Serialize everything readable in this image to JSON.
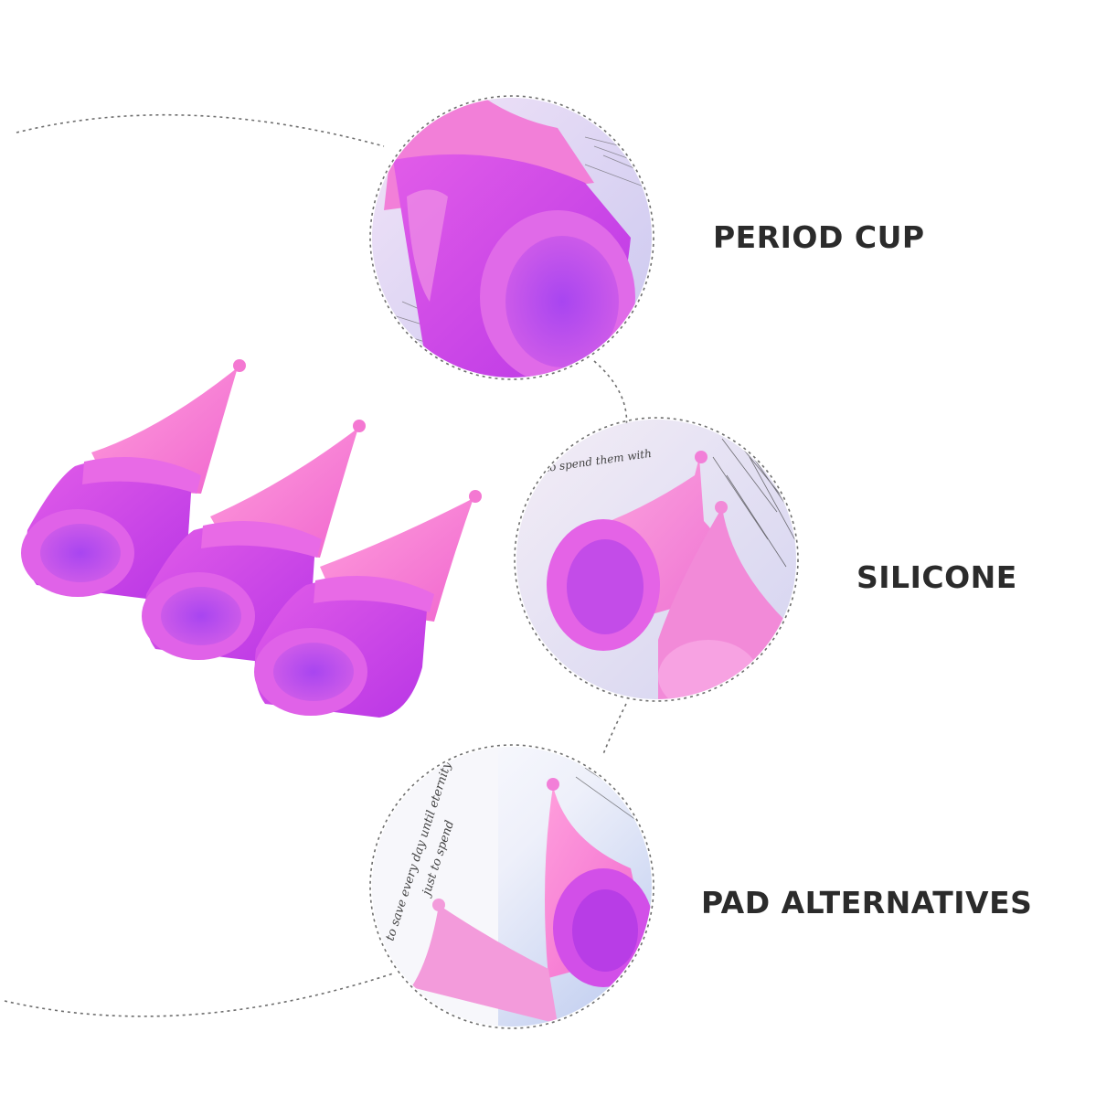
{
  "features": [
    {
      "label": "PERIOD CUP",
      "icon": "cup-closeup-photo"
    },
    {
      "label": "SILICONE",
      "icon": "two-cups-photo"
    },
    {
      "label": "PAD ALTERNATIVES",
      "icon": "cups-on-card-photo"
    }
  ],
  "card_text": {
    "line1": "to spend them with",
    "line2": "to save every day until eternity",
    "line3": "just to spend"
  },
  "colors": {
    "cup_pink": "#f36fd5",
    "cup_magenta": "#c83ee6",
    "label_text": "#2b2b2b",
    "photo_bg": "#dcd6f0",
    "dashed_line": "#6e6e6e"
  }
}
